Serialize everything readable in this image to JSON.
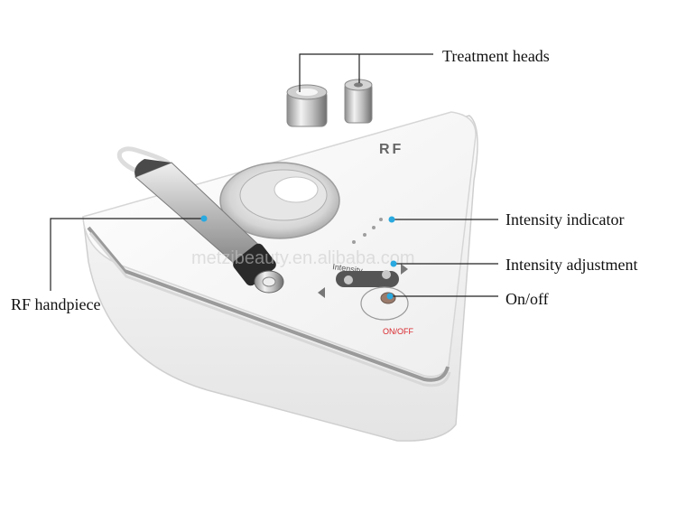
{
  "callouts": {
    "treatment_heads": "Treatment heads",
    "intensity_indicator": "Intensity indicator",
    "intensity_adjustment": "Intensity adjustment",
    "on_off": "On/off",
    "rf_handpiece": "RF handpiece"
  },
  "device_markings": {
    "logo": "RF",
    "intensity_label": "Intensity",
    "power_label": "ON/OFF"
  },
  "watermark": "metzibeauty.en.alibaba.com",
  "colors": {
    "marker_dot": "#29a9e0",
    "leader_line": "#222222",
    "power_label": "#d9262c",
    "device_body": "#f4f4f4"
  }
}
